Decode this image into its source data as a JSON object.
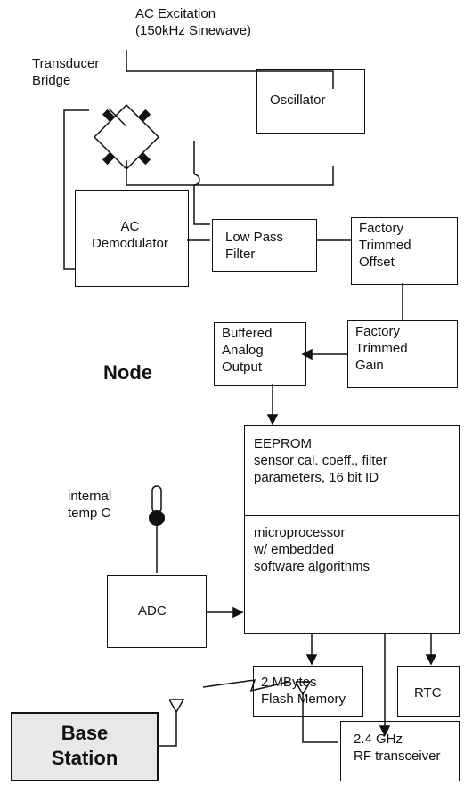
{
  "header": {
    "excitation_label": "AC Excitation\n(150kHz Sinewave)",
    "bridge_label": "Transducer\nBridge"
  },
  "blocks": {
    "oscillator": "Oscillator",
    "demodulator": "AC\nDemodulator",
    "low_pass": "Low Pass\nFilter",
    "offset": "Factory\nTrimmed\nOffset",
    "gain": "Factory\nTrimmed\nGain",
    "buffered": "Buffered\nAnalog\nOutput",
    "eeprom": "EEPROM\nsensor cal. coeff., filter\nparameters, 16 bit ID",
    "micro": "microprocessor\nw/  embedded\nsoftware algorithms",
    "adc": "ADC",
    "flash": "2 MBytes\nFlash Memory",
    "rtc": "RTC",
    "rf": "2.4 GHz\nRF transceiver"
  },
  "node_label": "Node",
  "temp_label": "internal\ntemp  C",
  "base_station": "Base\nStation"
}
